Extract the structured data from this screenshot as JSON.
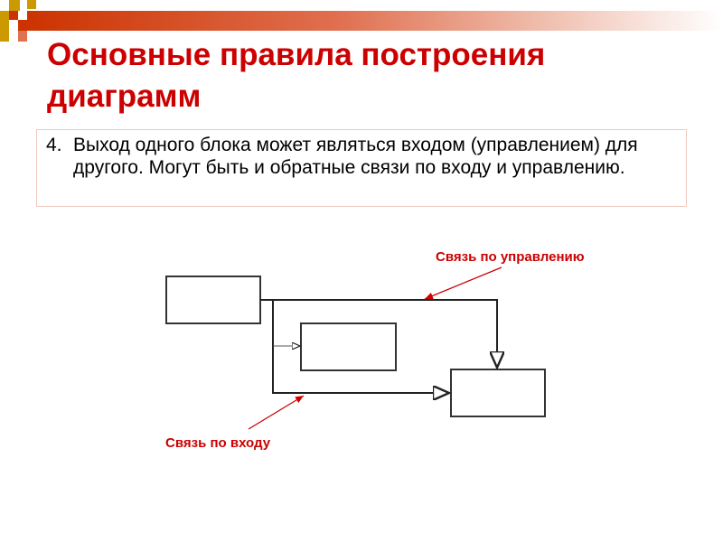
{
  "title": "Основные правила построения диаграмм",
  "point": {
    "number": "4.",
    "text": "Выход одного блока может являться входом (управлением) для другого. Могут быть и обратные связи по входу и управлению."
  },
  "diagram": {
    "label_control": "Связь по управлению",
    "label_input": "Связь по входу"
  },
  "colors": {
    "accent": "#cc0000",
    "gold": "#cc9900"
  }
}
